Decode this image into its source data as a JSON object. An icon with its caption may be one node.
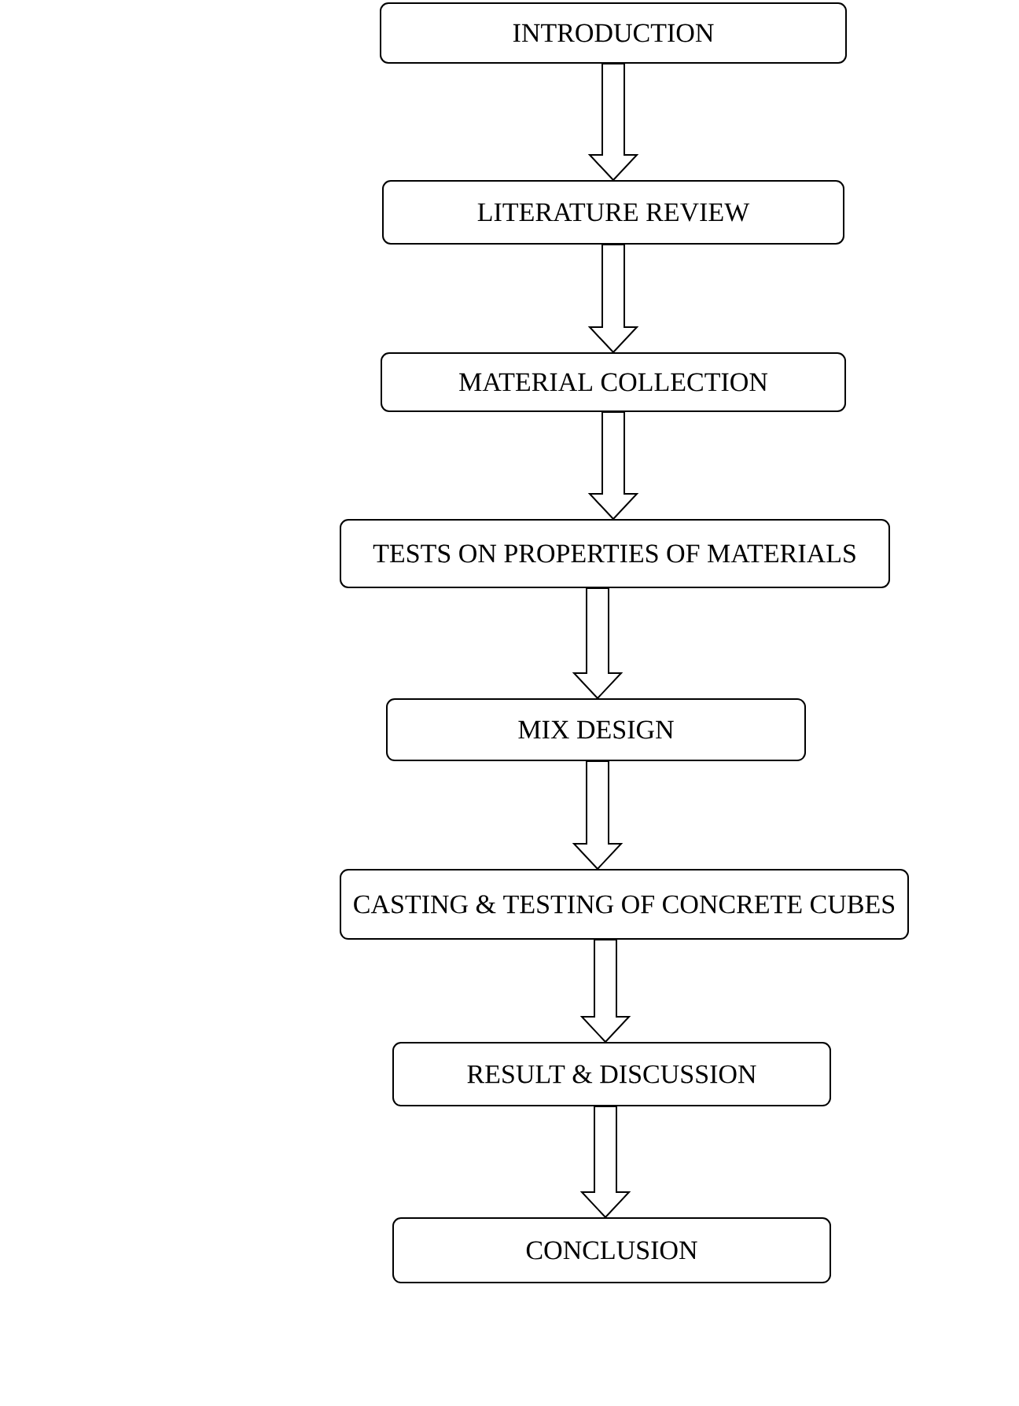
{
  "diagram": {
    "nodes": [
      {
        "text": [
          "INTRODUCTION"
        ]
      },
      {
        "text": [
          "LITERATURE REVIEW"
        ]
      },
      {
        "text": [
          "MATERIAL COLLECTION"
        ]
      },
      {
        "text": [
          "TESTS ON PROPERTIES OF MATERIALS"
        ]
      },
      {
        "text": [
          "MIX DESIGN"
        ]
      },
      {
        "text": [
          "CASTING & TESTING OF CONCRETE CUBES"
        ]
      },
      {
        "text": [
          "RESULT & DISCUSSION"
        ]
      },
      {
        "text": [
          "CONCLUSION"
        ]
      }
    ],
    "edges": [
      {
        "from": 0,
        "to": 1,
        "arrow": "to"
      },
      {
        "from": 1,
        "to": 2,
        "arrow": "to"
      },
      {
        "from": 2,
        "to": 3,
        "arrow": "to"
      },
      {
        "from": 3,
        "to": 4,
        "arrow": "to"
      },
      {
        "from": 4,
        "to": 5,
        "arrow": "to"
      },
      {
        "from": 5,
        "to": 6,
        "arrow": "to"
      },
      {
        "from": 6,
        "to": 7,
        "arrow": "to"
      }
    ]
  }
}
